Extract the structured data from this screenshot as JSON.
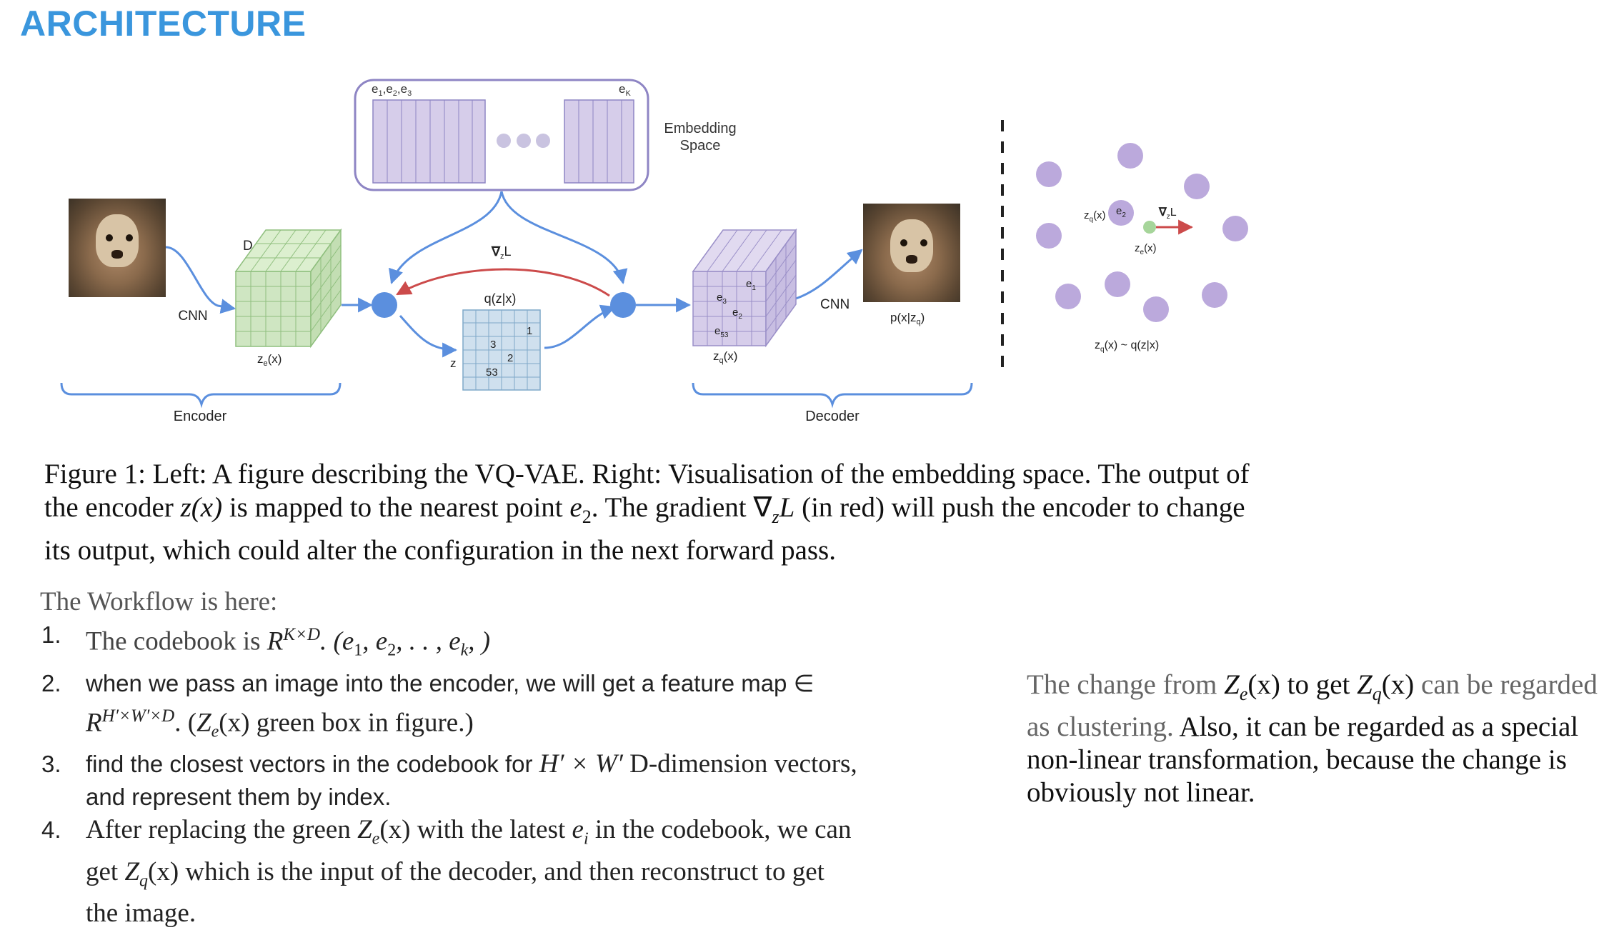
{
  "slide": {
    "title": "ARCHITECTURE"
  },
  "diagram": {
    "embedding_space": {
      "label_line1": "Embedding",
      "label_line2": "Space",
      "left_index": "e",
      "left_subs": [
        "1",
        "2",
        "3"
      ],
      "right_index": "e",
      "right_sub": "K"
    },
    "encoder": {
      "dim_label": "D",
      "cnn_label": "CNN",
      "output_label": "z",
      "output_sub": "e",
      "output_arg": "(x)",
      "brace_label": "Encoder"
    },
    "gradient": {
      "label": "∇",
      "sub": "z",
      "tail": "L"
    },
    "quantizer": {
      "label": "q(z|x)",
      "axis_label": "z",
      "grid_values": [
        "1",
        "3",
        "2",
        "53"
      ]
    },
    "decoder": {
      "cube_labels": [
        {
          "base": "e",
          "sub": "1"
        },
        {
          "base": "e",
          "sub": "3"
        },
        {
          "base": "e",
          "sub": "2"
        },
        {
          "base": "e",
          "sub": "53"
        }
      ],
      "cnn_label": "CNN",
      "input_label": "z",
      "input_sub": "q",
      "input_arg": "(x)",
      "output_label": "p(x|z",
      "output_sub": "q",
      "output_tail": ")",
      "brace_label": "Decoder"
    },
    "right_panel": {
      "zq_label": "z",
      "zq_sub": "q",
      "zq_arg": "(x)",
      "e2_label": "e",
      "e2_sub": "2",
      "grad_label": "∇",
      "grad_sub": "z",
      "grad_tail": "L",
      "ze_label": "z",
      "ze_sub": "e",
      "ze_arg": "(x)",
      "bottom_label": "z",
      "bottom_sub": "q",
      "bottom_tail": "(x) ~ q(z|x)"
    },
    "colors": {
      "embedding": "#cfc6e6",
      "encoder_cube": "#cfe6c2",
      "decoder_cube": "#d6cdea",
      "quant_grid": "#cfe0ee",
      "node": "#5b8fde",
      "red_arrow": "#cc4b4b",
      "dot": "#bba9dc",
      "green_dot": "#a6d59a"
    }
  },
  "caption": {
    "prefix": "Figure 1: Left: A figure describing the VQ-VAE. Right: Visualisation of the embedding space. The output of the encoder ",
    "z": "z",
    "x1": "(x)",
    "mid1": " is mapped to the nearest point ",
    "e": "e",
    "e_sub": "2",
    "mid2": ". The gradient ",
    "nabla": "∇",
    "nabla_sub": "z",
    "L": "L",
    "suffix": " (in red) will push the encoder to change its output, which could alter the configuration in the next forward pass."
  },
  "workflow": {
    "intro": "The Workflow is here:",
    "items": [
      {
        "num": "1.",
        "text_a": "The codebook is ",
        "math_base": "R",
        "math_sup": "K×D",
        "text_b": ". (e",
        "sub1": "1",
        "c1": ", e",
        "sub2": "2",
        "c2": ", . . , e",
        "sub3": "k",
        "text_c": ", )"
      },
      {
        "num": "2.",
        "text_a": "when we pass an image into the encoder, we will get a feature map ∈",
        "math_base": "R",
        "math_sup": "H′×W′×D",
        "text_b": ". (",
        "z": "Z",
        "z_sub": "e",
        "text_c": "(x) green box in figure.)"
      },
      {
        "num": "3.",
        "text_a": "find the closest vectors in the codebook for ",
        "math": "H′ × W′",
        "text_b": "  D-dimension vectors,",
        "text_c": "and represent them by index."
      },
      {
        "num": "4.",
        "text_a": "After replacing the green ",
        "z": "Z",
        "z_sub": "e",
        "text_b": "(x) with the latest ",
        "e": "e",
        "e_sub": "i",
        "text_c": " in the codebook, we can",
        "text_d": "get ",
        "zq": "Z",
        "zq_sub": "q",
        "text_e": "(x) which is the input of the decoder, and then reconstruct to get",
        "text_f": "the image."
      }
    ]
  },
  "side_note": {
    "a": "The change from ",
    "z1": "Z",
    "z1_sub": "e",
    "z1_arg": "(x)",
    "b": " to get ",
    "z2": "Z",
    "z2_sub": "q",
    "z2_arg": "(x)",
    "c": " can be regarded as clustering.",
    "d": " Also, it can be regarded as a special non-linear transformation, because the change is obviously not linear."
  }
}
